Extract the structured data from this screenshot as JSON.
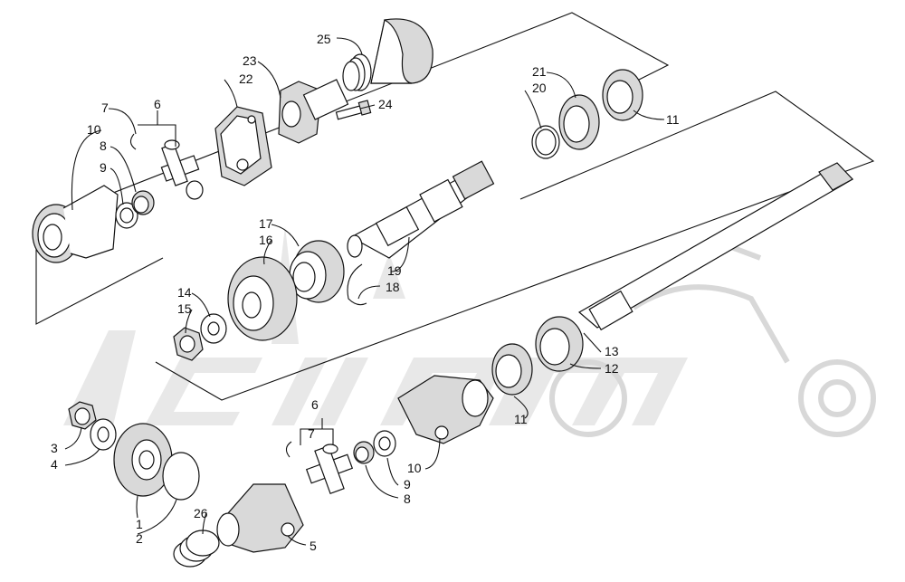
{
  "diagram": {
    "watermark_text": "ArcticCat"
  },
  "callouts": [
    {
      "id": "c25",
      "text": "25"
    },
    {
      "id": "c23",
      "text": "23"
    },
    {
      "id": "c22",
      "text": "22"
    },
    {
      "id": "c24",
      "text": "24"
    },
    {
      "id": "c7a",
      "text": "7"
    },
    {
      "id": "c6a",
      "text": "6"
    },
    {
      "id": "c10a",
      "text": "10"
    },
    {
      "id": "c8a",
      "text": "8"
    },
    {
      "id": "c9a",
      "text": "9"
    },
    {
      "id": "c21",
      "text": "21"
    },
    {
      "id": "c20",
      "text": "20"
    },
    {
      "id": "c11a",
      "text": "11"
    },
    {
      "id": "c17",
      "text": "17"
    },
    {
      "id": "c16",
      "text": "16"
    },
    {
      "id": "c19",
      "text": "19"
    },
    {
      "id": "c18",
      "text": "18"
    },
    {
      "id": "c14",
      "text": "14"
    },
    {
      "id": "c15",
      "text": "15"
    },
    {
      "id": "c13",
      "text": "13"
    },
    {
      "id": "c12",
      "text": "12"
    },
    {
      "id": "c11b",
      "text": "11"
    },
    {
      "id": "c6b",
      "text": "6"
    },
    {
      "id": "c7b",
      "text": "7"
    },
    {
      "id": "c3",
      "text": "3"
    },
    {
      "id": "c4",
      "text": "4"
    },
    {
      "id": "c10b",
      "text": "10"
    },
    {
      "id": "c9b",
      "text": "9"
    },
    {
      "id": "c8b",
      "text": "8"
    },
    {
      "id": "c1",
      "text": "1"
    },
    {
      "id": "c2",
      "text": "2"
    },
    {
      "id": "c26",
      "text": "26"
    },
    {
      "id": "c5",
      "text": "5"
    }
  ]
}
